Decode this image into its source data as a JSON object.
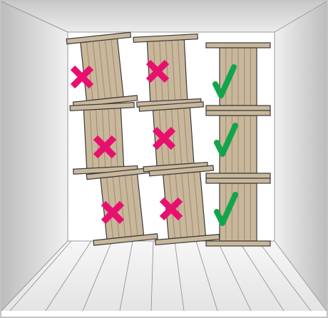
{
  "colors": {
    "wall_back": "#ffffff",
    "wall_side": "#bfbfbf",
    "ceiling": "#d9d9d9",
    "floor": "#f2f2f2",
    "spool_wood": "#c9b79c",
    "spool_wood_dark": "#9e8b70",
    "spool_outline": "#3a3a3a",
    "wrong_mark": "#e8106e",
    "correct_mark": "#12a54b"
  },
  "columns": [
    {
      "status": "incorrect",
      "icon": "cross-icon",
      "spools": 3
    },
    {
      "status": "incorrect",
      "icon": "cross-icon",
      "spools": 3
    },
    {
      "status": "correct",
      "icon": "checkmark-icon",
      "spools": 3
    }
  ]
}
